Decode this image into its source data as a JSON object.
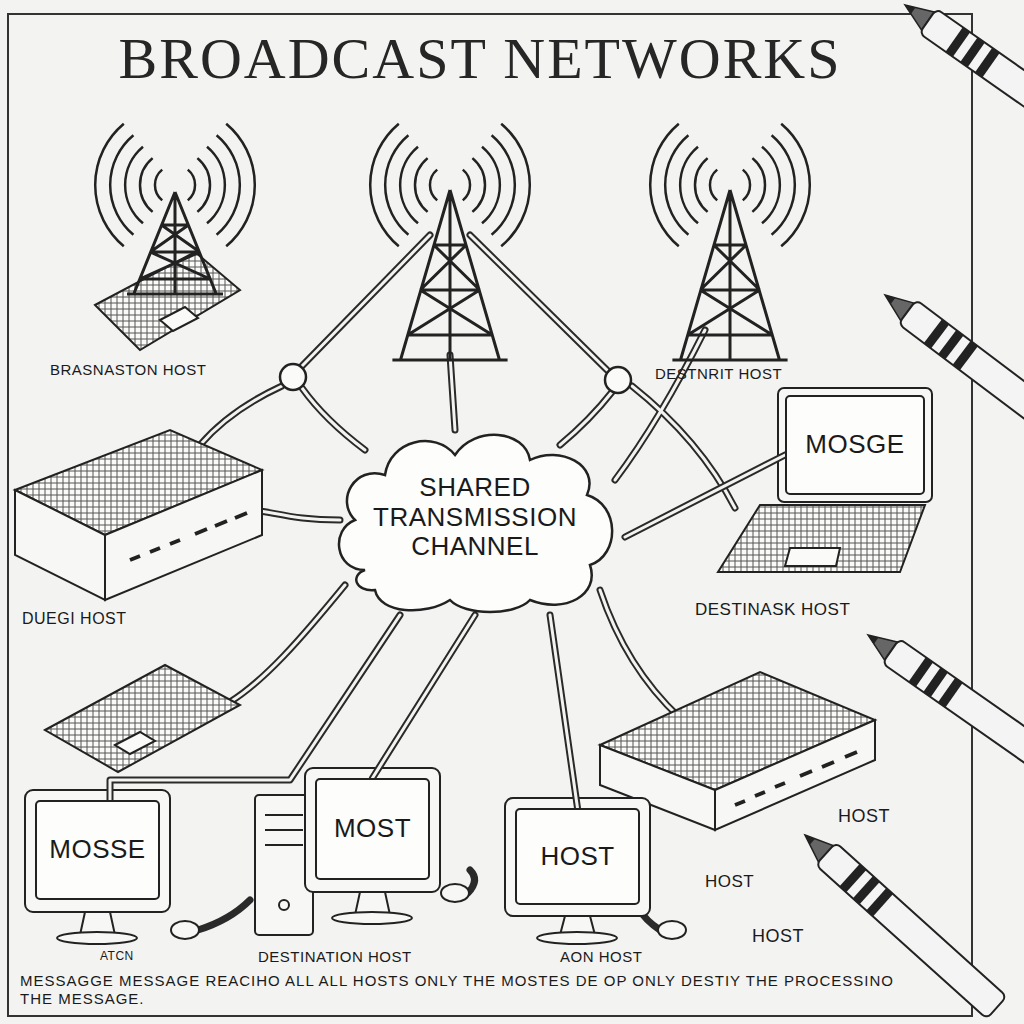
{
  "diagram": {
    "title": "BROADCAST NETWORKS",
    "caption": "MESSAGGE MESSAGE REACIHO ALL ALL HOSTS ONLY THE MOSTES DE OP ONLY DESTIY THE PROCESSINO THE MESSAGE.",
    "nodes": [
      {
        "text": [
          "SHARED TRANSMISSION CHANNEL"
        ]
      },
      {
        "text": [
          "MOSGE"
        ]
      },
      {
        "text": [
          "MOSSE"
        ]
      },
      {
        "text": [
          "MOST"
        ]
      },
      {
        "text": [
          "HOST"
        ]
      }
    ],
    "edges": [
      {
        "from": 0,
        "to": 1,
        "arrow": "none"
      },
      {
        "from": 0,
        "to": 2,
        "arrow": "none"
      },
      {
        "from": 0,
        "to": 3,
        "arrow": "none"
      },
      {
        "from": 0,
        "to": 4,
        "arrow": "none"
      }
    ],
    "labels": [
      "BRASNASTON HOST",
      "DESTNRIT HOST",
      "DUEGI HOST",
      "DESTINASK HOST",
      "HOST",
      "ATCN",
      "DESTINATION HOST",
      "AON HOST",
      "HOST",
      "HOST"
    ]
  }
}
